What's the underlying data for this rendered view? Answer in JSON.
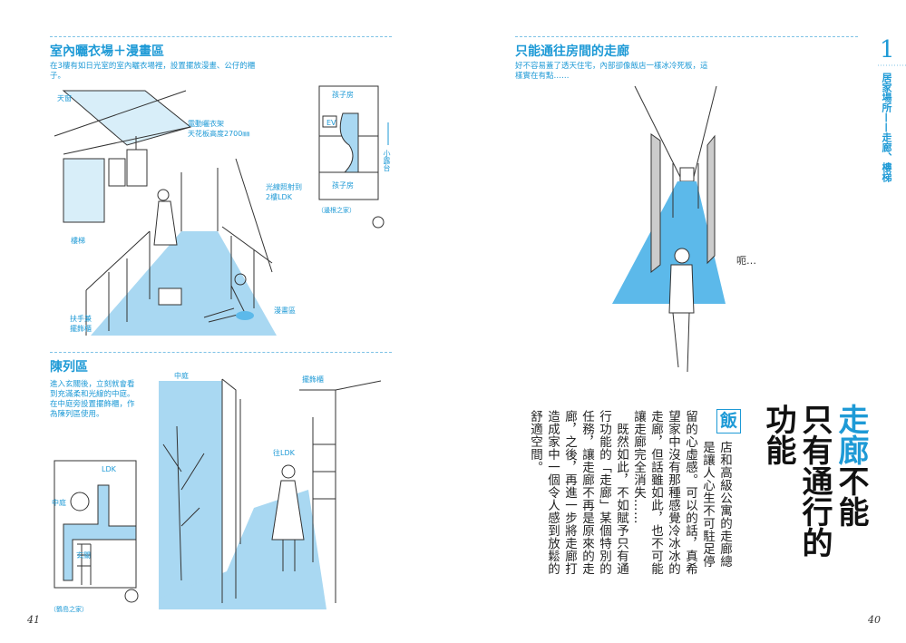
{
  "left_page": {
    "page_number": "41",
    "section1": {
      "title": "室內曬衣場＋漫畫區",
      "desc": "在3樓有如日光室的室內曬衣場裡，設置擺放漫畫、公仔的櫃子。",
      "labels": {
        "skylight": "天窗",
        "rack": "電動曬衣架",
        "ceiling": "天花板高度2700㎜",
        "light": "光線照射到",
        "light2": "2樓LDK",
        "stairs": "樓梯",
        "handrail": "扶手兼",
        "handrail2": "擺飾櫃",
        "manga": "漫畫區",
        "kids_room_top": "孩子房",
        "kids_room_bottom": "孩子房",
        "ev": "EV",
        "balcony": "小露台",
        "house": "（邊根之家）"
      }
    },
    "section2": {
      "title": "陳列區",
      "desc": "進入玄關後，立刻就會看到充滿柔和光線的中庭。在中庭旁設置擺飾櫃，作為陳列區使用。",
      "labels": {
        "courtyard_top": "中庭",
        "display_shelf": "擺飾櫃",
        "to_ldk": "往LDK",
        "ldk": "LDK",
        "courtyard_plan": "中庭",
        "entrance": "玄關",
        "house": "（鶴島之家）"
      }
    }
  },
  "right_page": {
    "page_number": "40",
    "section": {
      "title": "只能通往房間的走廊",
      "desc": "好不容易蓋了透天住宅，內部卻像飯店一樣冰冷死板，這樣實在有點……",
      "exclaim": "呃…"
    },
    "chapter": {
      "number": "1",
      "label": "居家場所——走廊、樓梯"
    },
    "headline": {
      "blue_part": "走廊",
      "line1_rest": "不能",
      "line2": "只有通行的",
      "line3": "功能"
    },
    "badge": "飯",
    "body_lines": [
      "店和高級公寓的走廊總",
      "是讓人心生不可駐足停",
      "留的心虛感。可以的話，真希",
      "望家中沒有那種感覺冷冰冰的",
      "走廊，但話雖如此，也不可能",
      "讓走廊完全消失……",
      "　既然如此，不如賦予只有通",
      "行功能的「走廊」某個特別的",
      "任務，讓走廊不再是原來的走",
      "廊，之後，再進一步將走廊打",
      "造成家中一個令人感到放鬆的",
      "舒適空間。"
    ]
  },
  "colors": {
    "accent": "#1e9ad6",
    "floor": "#a9d8f2"
  }
}
